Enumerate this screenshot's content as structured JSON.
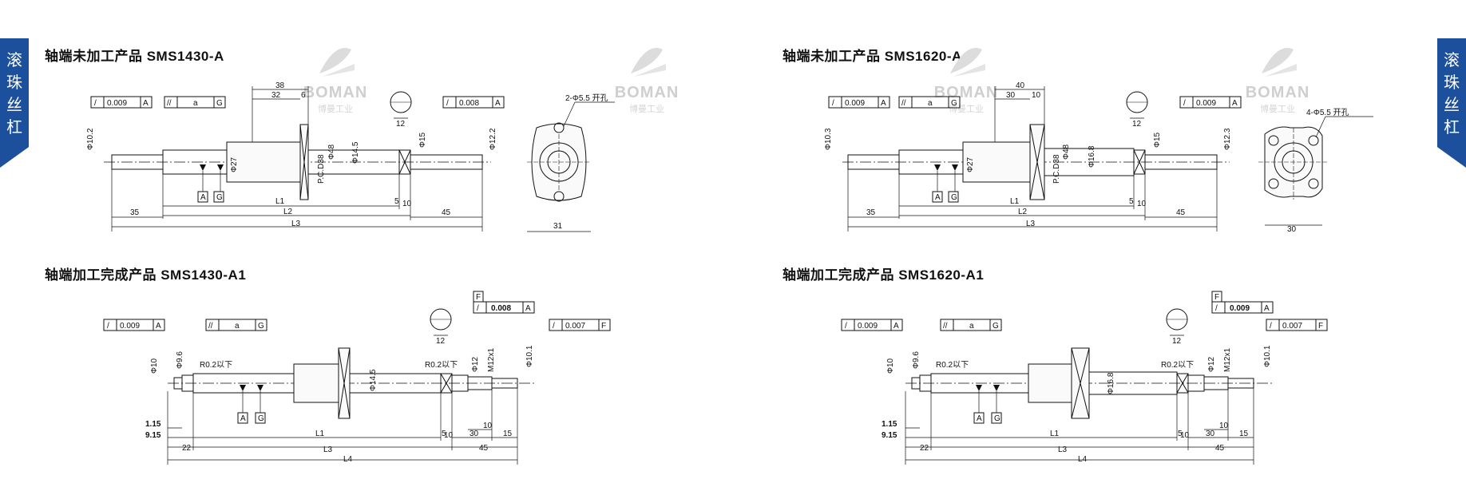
{
  "side_tab": {
    "chars": [
      "滚",
      "珠",
      "丝",
      "杠"
    ]
  },
  "watermark": {
    "brand": "BOMAN",
    "sub": "博曼工业"
  },
  "sections": [
    {
      "title": "轴端未加工产品 SMS1430-A",
      "tolerances": [
        "0.009",
        "a",
        "0.008"
      ],
      "datums": [
        "A",
        "G",
        "A"
      ],
      "dims": {
        "d1": "Φ10.2",
        "d_thread": "Φ27",
        "d_pcd": "P.C.D38",
        "d_flange": "Φ48",
        "d_shaft": "Φ14.5",
        "d_bearing": "Φ15",
        "d_end": "Φ12.2",
        "len_38": "38",
        "len_32": "32",
        "len_6": "6",
        "len_12": "12",
        "len_5": "5",
        "len_10": "10",
        "len_35": "35",
        "len_45": "45",
        "l1": "L1",
        "l2": "L2",
        "l3": "L3",
        "holes": "2-Φ5.5 开孔",
        "width": "31"
      }
    },
    {
      "title": "轴端未加工产品 SMS1620-A",
      "tolerances": [
        "0.009",
        "a",
        "0.009"
      ],
      "datums": [
        "A",
        "G",
        "A"
      ],
      "dims": {
        "d1": "Φ10.3",
        "d_thread": "Φ27",
        "d_pcd": "P.C.D38",
        "d_flange": "Φ48",
        "d_shaft": "Φ16.8",
        "d_bearing": "Φ15",
        "d_end": "Φ12.3",
        "len_40": "40",
        "len_30": "30",
        "len_10": "10",
        "len_12": "12",
        "len_5": "5",
        "len_35": "35",
        "len_45": "45",
        "l1": "L1",
        "l2": "L2",
        "l3": "L3",
        "holes": "4-Φ5.5 开孔",
        "width": "30"
      }
    },
    {
      "title": "轴端加工完成产品 SMS1430-A1",
      "tolerances": [
        "0.009",
        "a",
        "0.008",
        "0.007"
      ],
      "datums": [
        "A",
        "G",
        "A",
        "F"
      ],
      "dims": {
        "d1": "Φ9.6",
        "d2": "Φ10",
        "d_shaft": "Φ14.5",
        "d_bearing": "Φ12",
        "d_thread": "M12x1",
        "d_end": "Φ10.1",
        "r1": "R0.2以下",
        "r2": "R0.2以下",
        "len_12": "12",
        "len_115": "1.15",
        "len_915": "9.15",
        "len_22": "22",
        "len_5": "5",
        "len_10": "10",
        "len_30": "30",
        "len_15": "15",
        "len_45": "45",
        "l1": "L1",
        "l3": "L3",
        "l4": "L4"
      }
    },
    {
      "title": "轴端加工完成产品 SMS1620-A1",
      "tolerances": [
        "0.009",
        "a",
        "0.009",
        "0.007"
      ],
      "datums": [
        "A",
        "G",
        "A",
        "F"
      ],
      "dims": {
        "d1": "Φ9.6",
        "d2": "Φ10",
        "d_shaft": "Φ16.8",
        "d_bearing": "Φ12",
        "d_thread": "M12x1",
        "d_end": "Φ10.1",
        "r1": "R0.2以下",
        "r2": "R0.2以下",
        "len_12": "12",
        "len_115": "1.15",
        "len_915": "9.15",
        "len_22": "22",
        "len_5": "5",
        "len_10": "10",
        "len_30": "30",
        "len_15": "15",
        "len_45": "45",
        "l1": "L1",
        "l3": "L3",
        "l4": "L4"
      }
    }
  ]
}
